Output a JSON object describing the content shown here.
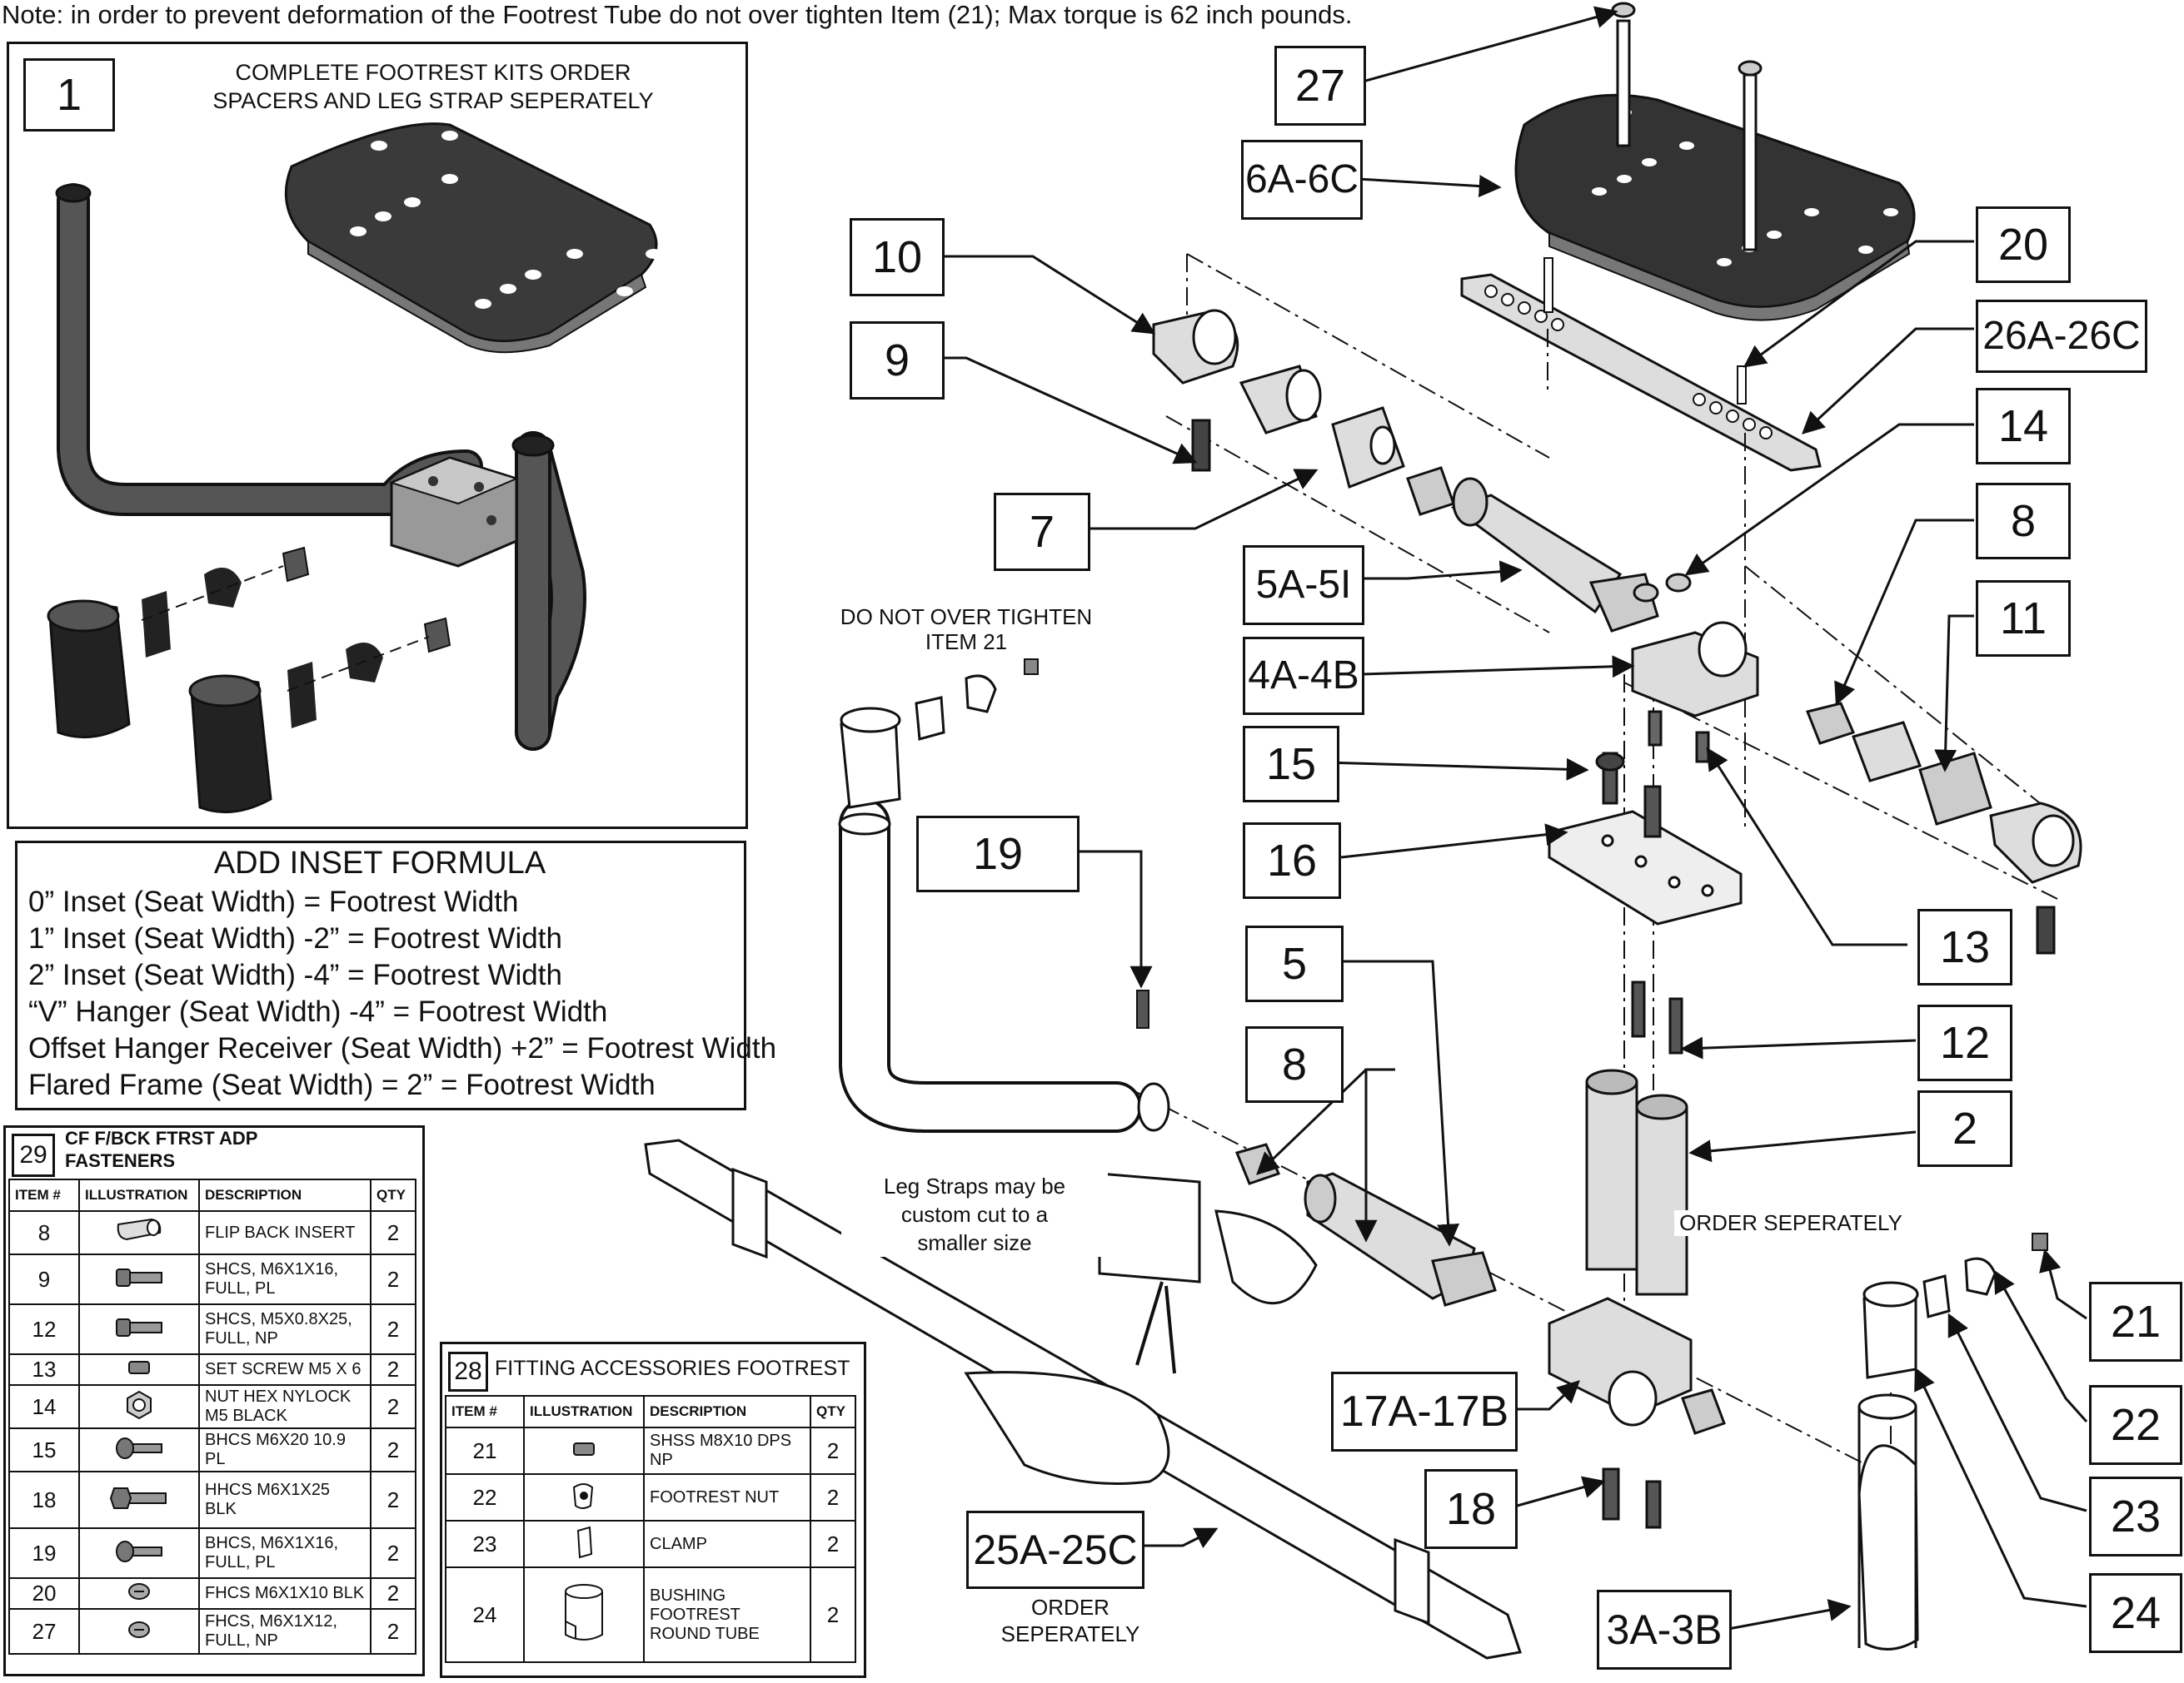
{
  "note": "Note: in order to prevent deformation of the Footrest Tube do not over tighten Item (21); Max torque is 62 inch pounds.",
  "kit_panel": {
    "number": "1",
    "caption_line1": "COMPLETE FOOTREST KITS ORDER",
    "caption_line2": "SPACERS  AND LEG STRAP SEPERATELY"
  },
  "formula": {
    "title": "ADD INSET FORMULA",
    "lines": [
      "0” Inset (Seat Width) = Footrest Width",
      "1” Inset (Seat Width) -2” = Footrest Width",
      "2” Inset (Seat Width) -4” = Footrest Width",
      "“V” Hanger (Seat Width) -4” = Footrest Width",
      "Offset Hanger Receiver (Seat Width) +2” = Footrest Width",
      "Flared Frame (Seat Width) = 2” = Footrest Width"
    ]
  },
  "table29": {
    "number": "29",
    "title_line1": "CF F/BCK FTRST ADP",
    "title_line2": "FASTENERS",
    "headers": [
      "ITEM #",
      "ILLUSTRATION",
      "DESCRIPTION",
      "QTY"
    ],
    "rows": [
      {
        "item": "8",
        "icon": "flip-back-insert-icon",
        "desc": "FLIP BACK INSERT",
        "qty": "2"
      },
      {
        "item": "9",
        "icon": "shcs-screw-icon",
        "desc": "SHCS, M6X1X16, FULL, PL",
        "qty": "2"
      },
      {
        "item": "12",
        "icon": "shcs-screw-icon",
        "desc": "SHCS, M5X0.8X25, FULL, NP",
        "qty": "2"
      },
      {
        "item": "13",
        "icon": "set-screw-icon",
        "desc": "SET SCREW M5 X 6",
        "qty": "2"
      },
      {
        "item": "14",
        "icon": "hex-nut-icon",
        "desc": "NUT HEX NYLOCK M5 BLACK",
        "qty": "2"
      },
      {
        "item": "15",
        "icon": "button-head-screw-icon",
        "desc": "BHCS M6X20 10.9 PL",
        "qty": "2"
      },
      {
        "item": "18",
        "icon": "hex-head-screw-icon",
        "desc": "HHCS M6X1X25 BLK",
        "qty": "2"
      },
      {
        "item": "19",
        "icon": "button-head-screw-icon",
        "desc": "BHCS, M6X1X16, FULL, PL",
        "qty": "2"
      },
      {
        "item": "20",
        "icon": "flat-head-screw-icon",
        "desc": "FHCS M6X1X10 BLK",
        "qty": "2"
      },
      {
        "item": "27",
        "icon": "flat-head-screw-icon",
        "desc": "FHCS, M6X1X12, FULL, NP",
        "qty": "2"
      }
    ]
  },
  "table28": {
    "number": "28",
    "title": "FITTING ACCESSORIES FOOTREST",
    "headers": [
      "ITEM #",
      "ILLUSTRATION",
      "DESCRIPTION",
      "QTY"
    ],
    "rows": [
      {
        "item": "21",
        "icon": "set-screw-icon",
        "desc": "SHSS M8X10 DPS NP",
        "qty": "2"
      },
      {
        "item": "22",
        "icon": "footrest-nut-icon",
        "desc": "FOOTREST NUT",
        "qty": "2"
      },
      {
        "item": "23",
        "icon": "clamp-icon",
        "desc": "CLAMP",
        "qty": "2"
      },
      {
        "item": "24",
        "icon": "bushing-icon",
        "desc": "BUSHING FOOTREST ROUND TUBE",
        "qty": "2"
      }
    ]
  },
  "callouts": {
    "c27": "27",
    "c6": "6A-6C",
    "c10": "10",
    "c9": "9",
    "c20": "20",
    "c26": "26A-26C",
    "c14": "14",
    "c7": "7",
    "c5a": "5A-5I",
    "c8a": "8",
    "c4": "4A-4B",
    "c11": "11",
    "c15": "15",
    "c16": "16",
    "c19": "19",
    "c13": "13",
    "c5": "5",
    "c12": "12",
    "c8b": "8",
    "c2": "2",
    "c21": "21",
    "c17": "17A-17B",
    "c22": "22",
    "c18": "18",
    "c25": "25A-25C",
    "c23": "23",
    "c24": "24",
    "c3": "3A-3B"
  },
  "labels": {
    "do_not_line1": "DO NOT OVER TIGHTEN",
    "do_not_line2": "ITEM 21",
    "strap_line1": "Leg Straps may be",
    "strap_line2": "custom cut to a",
    "strap_line3": "smaller size",
    "order_sep_posts": "ORDER SEPERATELY",
    "order_line1": "ORDER",
    "order_line2": "SEPERATELY"
  },
  "colors": {
    "line": "#111111",
    "part_dark": "#3a3a3a",
    "part_mid": "#8a8a8a",
    "part_light": "#d6d6d6"
  }
}
